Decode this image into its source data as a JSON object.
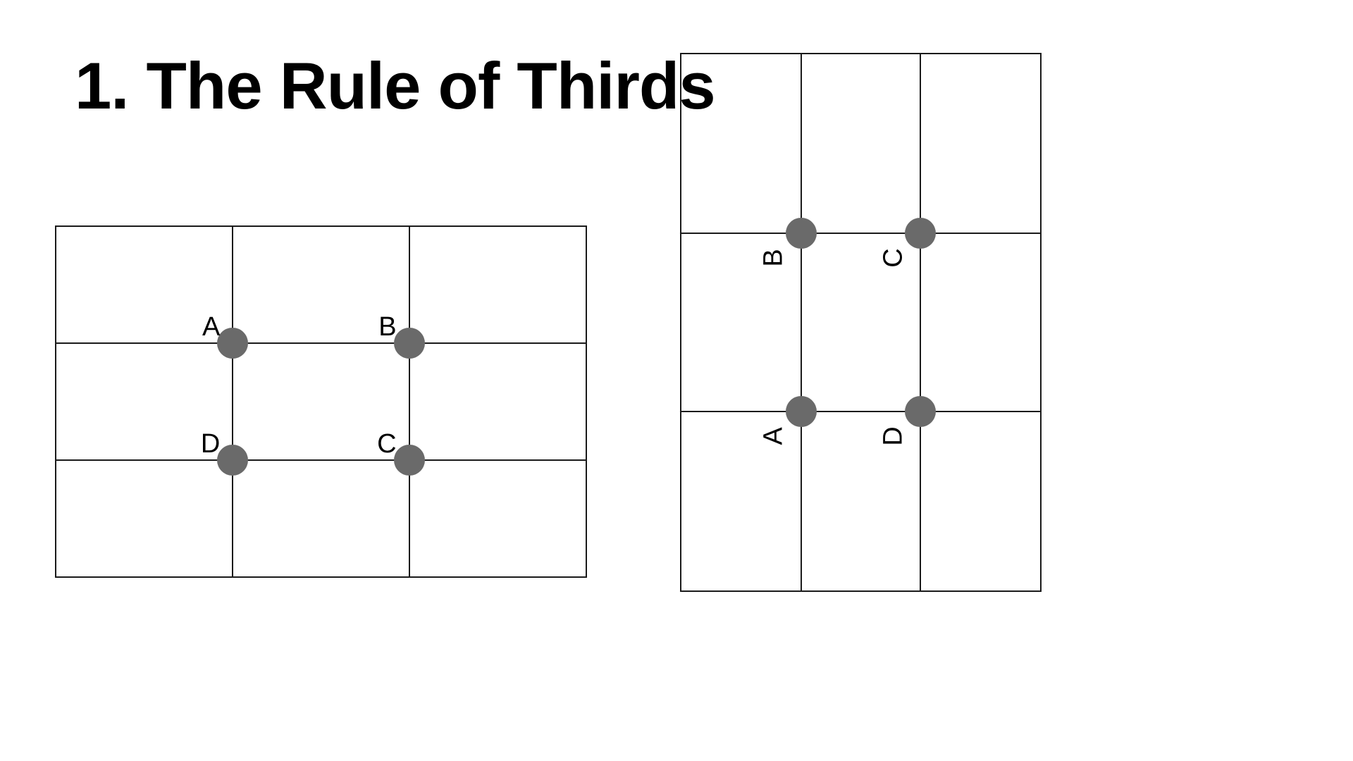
{
  "title": "1. The Rule of Thirds",
  "colors": {
    "line": "#1a1a1a",
    "dot": "#6a6a6a",
    "text": "#000000",
    "bg": "#ffffff"
  },
  "landscape_grid": {
    "description": "Rule of thirds grid, landscape orientation, dots on the four thirds intersections",
    "points": {
      "top_left": "A",
      "top_right": "B",
      "bottom_left": "D",
      "bottom_right": "C"
    }
  },
  "portrait_grid": {
    "description": "Rule of thirds grid, portrait orientation, rotated labels, dots on the four thirds intersections",
    "points": {
      "top_left": "B",
      "top_right": "C",
      "bottom_left": "A",
      "bottom_right": "D"
    }
  }
}
